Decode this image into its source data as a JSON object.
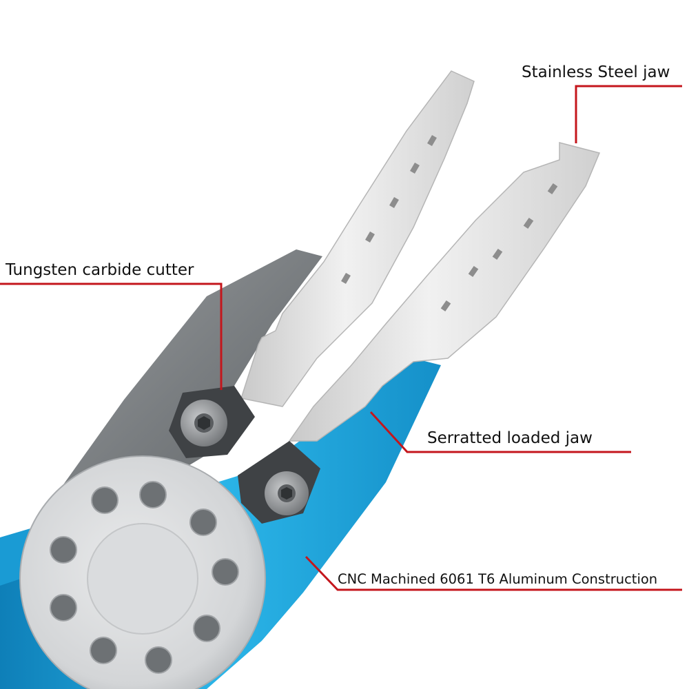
{
  "callouts": {
    "stainless_jaw": "Stainless Steel jaw",
    "tungsten_cutter": "Tungsten carbide cutter",
    "serrated_jaw": "Serratted loaded jaw",
    "cnc_body": "CNC Machined 6061 T6 Aluminum Construction"
  },
  "colors": {
    "leader_line": "#c4161c",
    "blue_handle": "#1aa3d8",
    "gray_handle": "#7d8184",
    "steel_jaw": "#dcdcdc"
  }
}
